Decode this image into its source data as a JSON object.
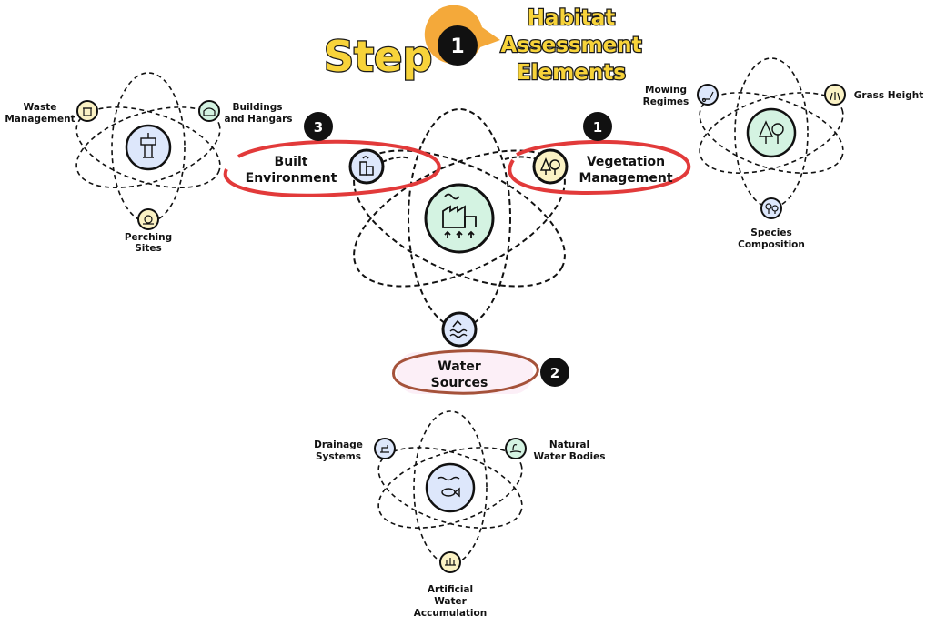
{
  "title": {
    "step_word": "Step",
    "step_number": "1",
    "lines": [
      "Habitat",
      "Assessment",
      "Elements"
    ]
  },
  "colors": {
    "title_yellow": "#f7d33a",
    "step_badge_orange": "#f4a93a",
    "highlight_red": "#e23a3a",
    "highlight_brown": "#a5523a",
    "node_blue": "#dde7fb",
    "node_green": "#d4f3e2",
    "node_yellow": "#fbf2c4"
  },
  "central": {
    "icon": "factory-icon",
    "nodes": [
      {
        "label_lines": [
          "Built",
          "Environment"
        ],
        "badge": "3",
        "icon": "building-icon"
      },
      {
        "label_lines": [
          "Vegetation",
          "Management"
        ],
        "badge": "1",
        "icon": "trees-icon"
      },
      {
        "label_lines": [
          "Water",
          "Sources"
        ],
        "badge": "2",
        "icon": "waves-icon"
      }
    ]
  },
  "clusters": {
    "built": {
      "icon": "control-tower-icon",
      "nodes": [
        {
          "label_lines": [
            "Waste",
            "Management"
          ],
          "icon": "bin-icon"
        },
        {
          "label_lines": [
            "Buildings",
            "and Hangars"
          ],
          "icon": "hangar-icon"
        },
        {
          "label_lines": [
            "Perching",
            "Sites"
          ],
          "icon": "perch-icon"
        }
      ]
    },
    "vegetation": {
      "icon": "tree-icon",
      "nodes": [
        {
          "label_lines": [
            "Mowing",
            "Regimes"
          ],
          "icon": "mower-icon"
        },
        {
          "label_lines": [
            "Grass Height"
          ],
          "icon": "grass-icon"
        },
        {
          "label_lines": [
            "Species",
            "Composition"
          ],
          "icon": "flower-icon"
        }
      ]
    },
    "water": {
      "icon": "fish-icon",
      "nodes": [
        {
          "label_lines": [
            "Drainage",
            "Systems"
          ],
          "icon": "drain-icon"
        },
        {
          "label_lines": [
            "Natural",
            "Water Bodies"
          ],
          "icon": "swan-icon"
        },
        {
          "label_lines": [
            "Artificial",
            "Water",
            "Accumulation"
          ],
          "icon": "puddle-icon"
        }
      ]
    }
  }
}
